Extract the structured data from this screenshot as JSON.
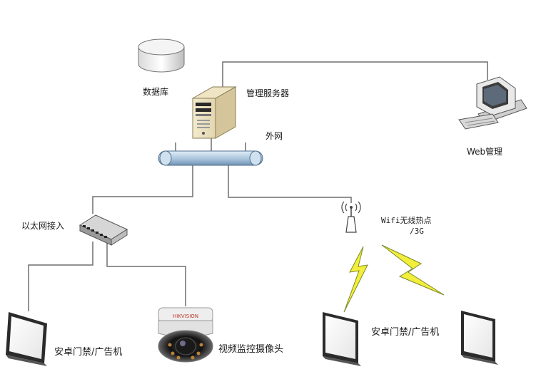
{
  "labels": {
    "database": "数据库",
    "management_server": "管理服务器",
    "external_network": "外网",
    "web_management": "Web管理",
    "ethernet_access": "以太网接入",
    "wifi_hotspot_line1": "Wifi无线热点",
    "wifi_hotspot_line2": "/3G",
    "android_door_ad_left": "安卓门禁/广告机",
    "video_camera": "视频监控摄像头",
    "android_door_ad_right": "安卓门禁/广告机"
  },
  "camera_brand": "HIKVISION",
  "colors": {
    "line": "#6e6e6e",
    "bus_fill": "#a9c4dc",
    "lightning_fill": "#f2ee3a",
    "lightning_stroke": "#7c8a2a"
  }
}
